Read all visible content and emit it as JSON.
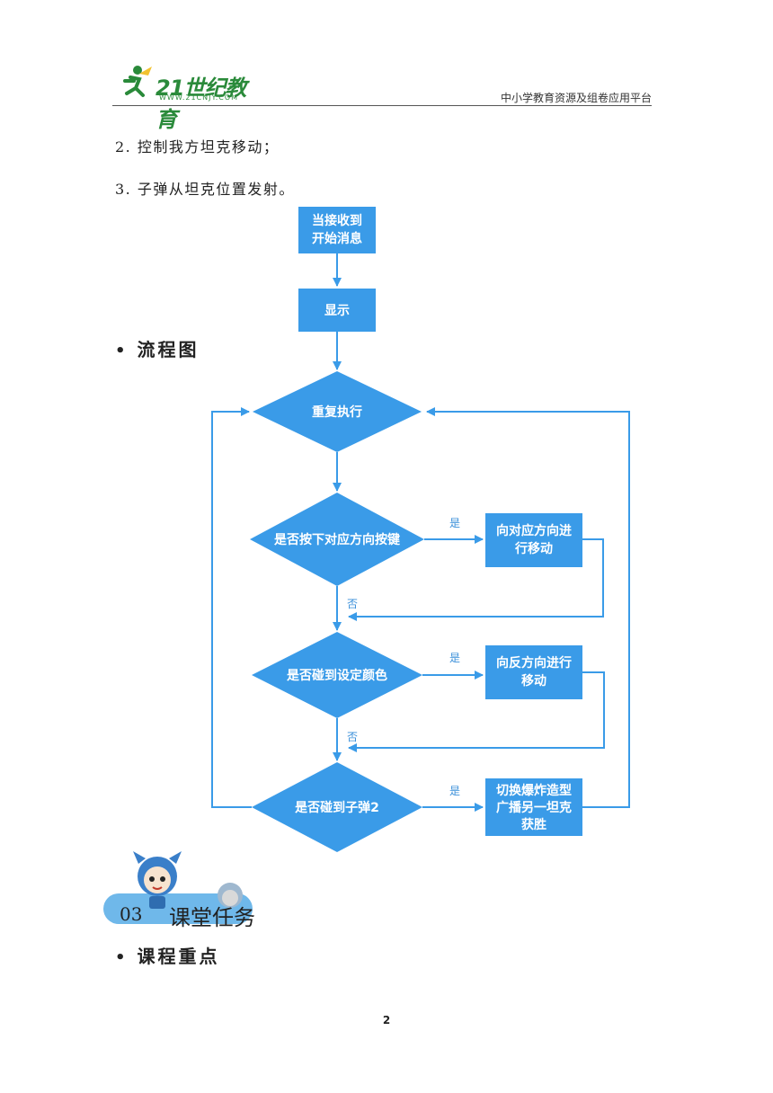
{
  "header": {
    "logo_text": "21世纪教育",
    "logo_sub": "WWW.21CNJY.COM",
    "platform": "中小学教育资源及组卷应用平台"
  },
  "steps": [
    "2.  控制我方坦克移动；",
    "3.  子弹从坦克位置发射。"
  ],
  "bullets": {
    "flowchart": "流程图",
    "key_points": "课程重点"
  },
  "flowchart": {
    "start": [
      "当接收到",
      "开始消息"
    ],
    "show": "显示",
    "loop": "重复执行",
    "cond1": "是否按下对应方向按键",
    "action1": [
      "向对应方向进",
      "行移动"
    ],
    "cond2": "是否碰到设定颜色",
    "action2": [
      "向反方向进行",
      "移动"
    ],
    "cond3": "是否碰到子弹2",
    "action3": [
      "切换爆炸造型",
      "广播另一坦克",
      "获胜"
    ],
    "yes": "是",
    "no": "否",
    "color": "#3a9be8"
  },
  "section": {
    "number": "03",
    "title": "课堂任务"
  },
  "page_number": "2"
}
